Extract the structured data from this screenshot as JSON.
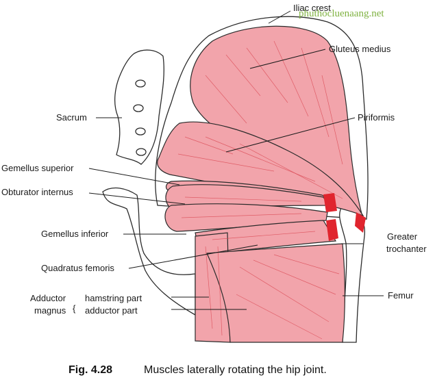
{
  "watermark": "phuthocluenaang.net",
  "labels": {
    "iliac_crest": "Iliac crest",
    "gluteus_medius": "Gluteus medius",
    "sacrum": "Sacrum",
    "piriformis": "Piriformis",
    "gemellus_superior": "Gemellus superior",
    "obturator_internus": "Obturator internus",
    "gemellus_inferior": "Gemellus inferior",
    "greater_trochanter_1": "Greater",
    "greater_trochanter_2": "trochanter",
    "quadratus_femoris": "Quadratus femoris",
    "femur": "Femur",
    "adductor_1": "Adductor",
    "adductor_2": "magnus",
    "hamstring_part": "hamstring part",
    "adductor_part": "adductor part",
    "brace": "{"
  },
  "caption": {
    "number": "Fig. 4.28",
    "text": "Muscles laterally rotating the hip joint."
  },
  "colors": {
    "muscle": "#f2a4ab",
    "fiber": "#d9444f",
    "insertion": "#e0252e",
    "watermark": "#7fb241"
  }
}
